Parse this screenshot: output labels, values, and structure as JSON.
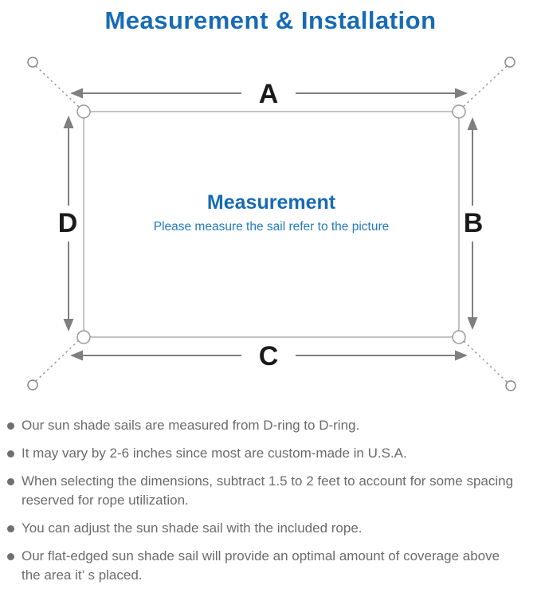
{
  "page": {
    "title": "Measurement & Installation",
    "background": "#ffffff"
  },
  "diagram": {
    "labels": {
      "a": "A",
      "b": "B",
      "c": "C",
      "d": "D"
    },
    "center": {
      "heading": "Measurement",
      "subheading": "Please measure the sail refer to the picture"
    },
    "colors": {
      "accent_blue": "#176bb4",
      "subtitle_blue": "#2379bf",
      "arrow_gray": "#7f7f7f",
      "outline_gray": "#aeaeae",
      "rope_gray": "#999999",
      "label_black": "#1a1a1a"
    }
  },
  "notes": {
    "items": [
      "Our sun shade sails are measured from D-ring to D-ring.",
      "It may vary by 2-6 inches since most are custom-made in U.S.A.",
      "When selecting the dimensions, subtract 1.5 to 2 feet to account for some spacing\nreserved for rope utilization.",
      "You can adjust the sun shade sail with the included rope.",
      "Our flat-edged sun shade sail will provide an optimal amount of coverage above\nthe area it’ s placed."
    ]
  }
}
